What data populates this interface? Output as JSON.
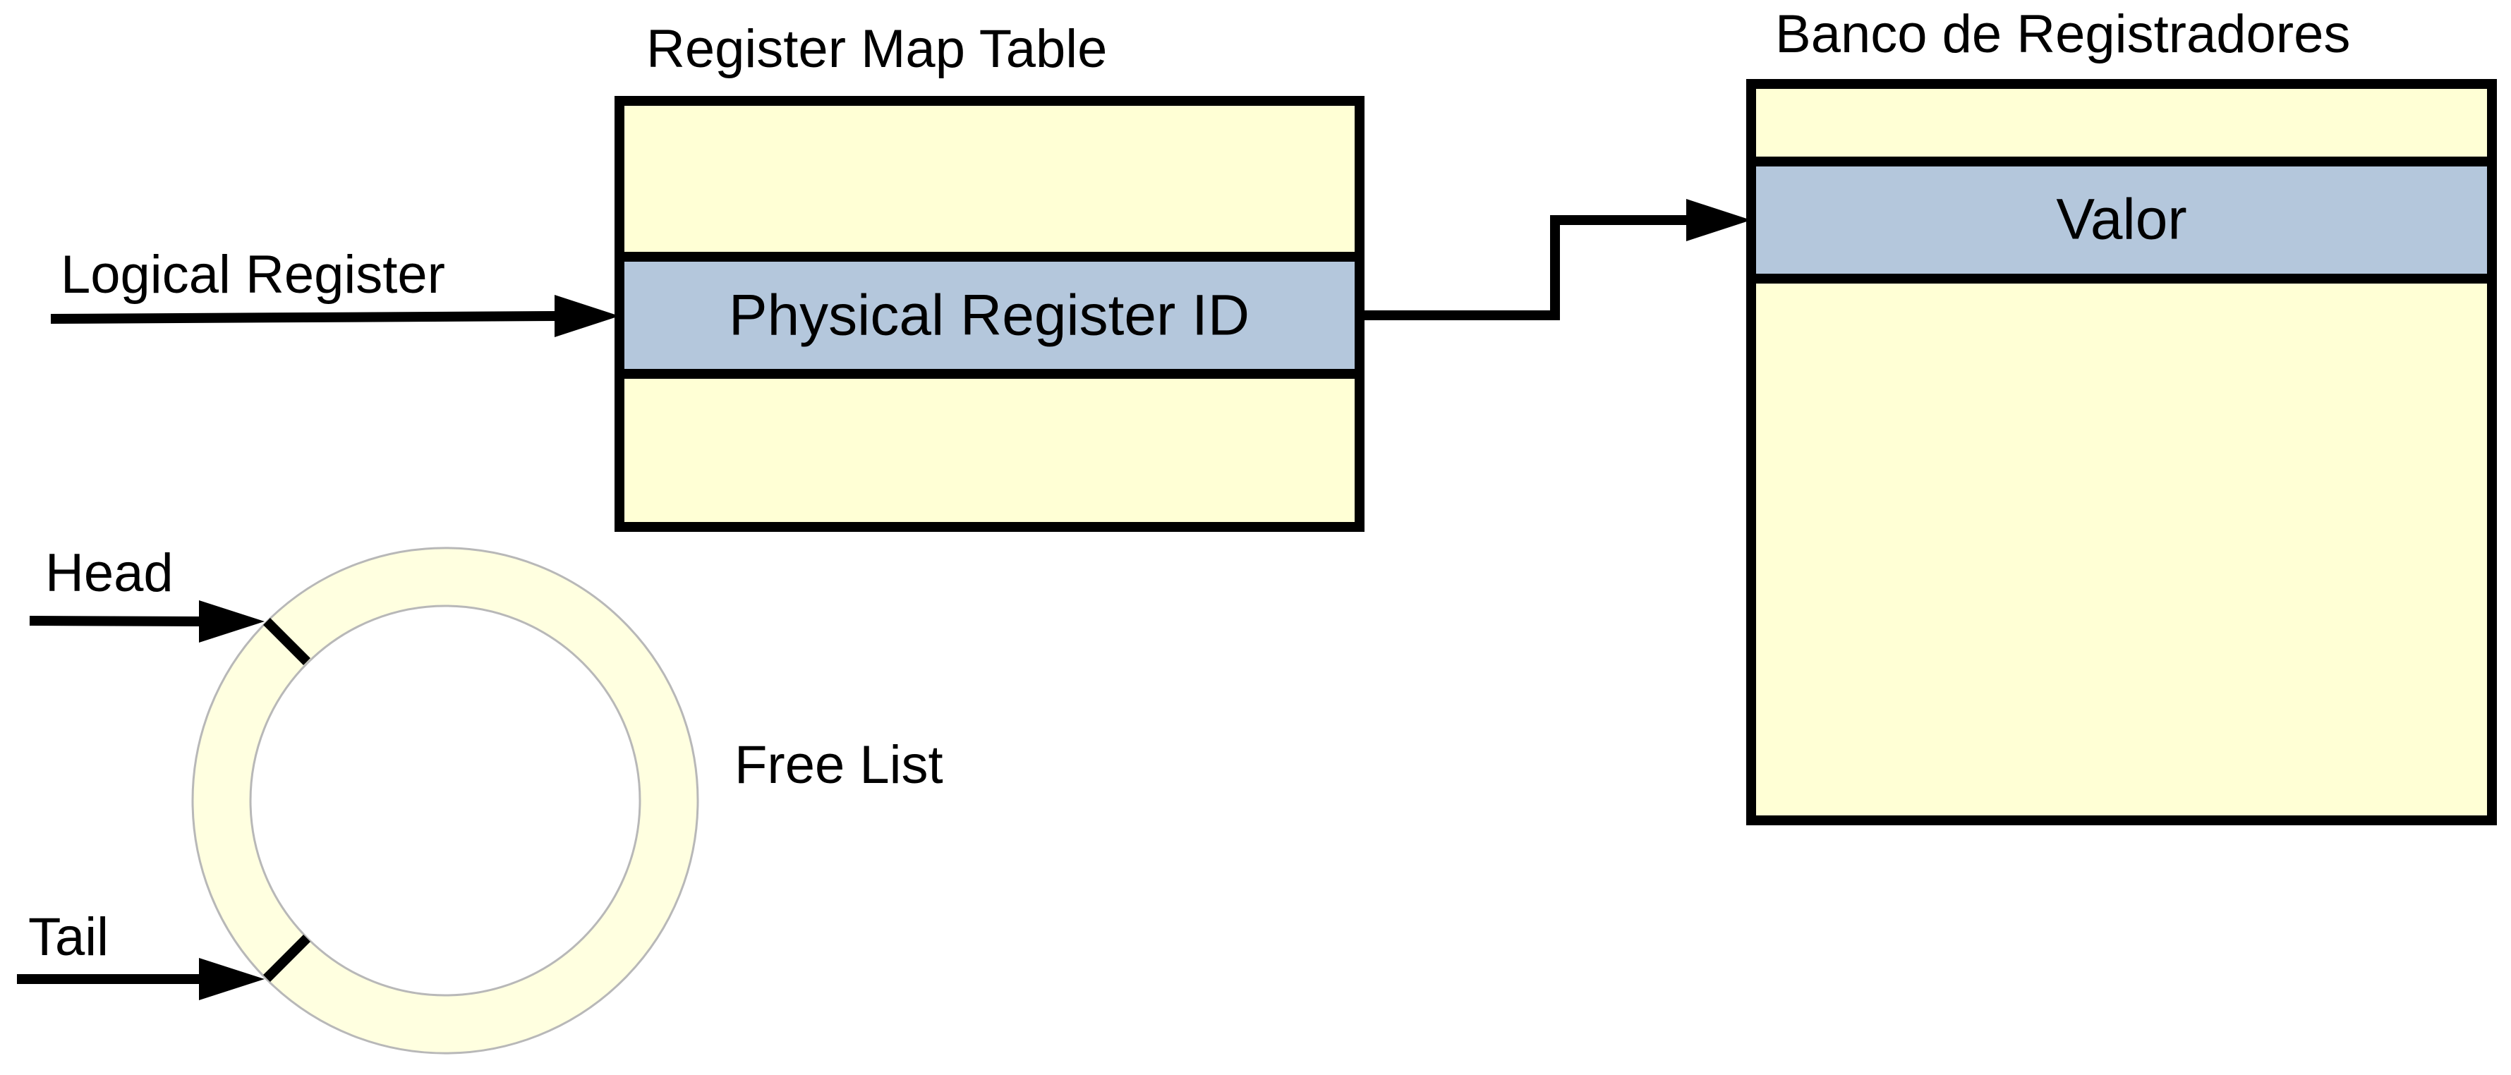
{
  "diagram": {
    "register_map_table": {
      "title": "Register Map Table",
      "highlight_label": "Physical Register ID"
    },
    "register_bank": {
      "title": "Banco de Registradores",
      "highlight_label": "Valor"
    },
    "logical_register": {
      "label": "Logical Register"
    },
    "free_list": {
      "label": "Free List",
      "head_label": "Head",
      "tail_label": "Tail"
    }
  },
  "colors": {
    "table_fill": "#ffffd5",
    "highlight_fill": "#b4c7dc",
    "ring_fill": "#ffffe0",
    "ring_stroke": "#b8b8b8",
    "line": "#000000"
  }
}
